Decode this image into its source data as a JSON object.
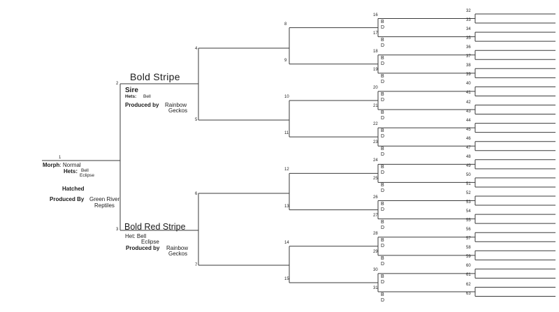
{
  "subject": {
    "number": "1",
    "morph_label": "Morph",
    "morph_value": ": Normal",
    "hets_label": "Hets:",
    "hets_line1": "Bell",
    "hets_line2": "Eclipse",
    "hatched_label": "Hatched",
    "produced_label": "Produced By",
    "produced_line1": "Green River",
    "produced_line2": "Reptiles"
  },
  "sire": {
    "number": "2",
    "name": "Bold Stripe",
    "role": "Sire",
    "hets_label": "Hets:",
    "hets_value": "Bell",
    "produced_label": "Produced by",
    "produced_line1": "Rainbow",
    "produced_line2": "Geckos"
  },
  "dam": {
    "number": "3",
    "name": "Bold Red Stripe",
    "het_line1": "Het: Bell",
    "het_line2": "Eclipse",
    "produced_label": "Produced by",
    "produced_line1": "Rainbow",
    "produced_line2": "Geckos"
  },
  "gen3": [
    "4",
    "5",
    "6",
    "7"
  ],
  "gen4": [
    "8",
    "9",
    "10",
    "11",
    "12",
    "13",
    "14",
    "15"
  ],
  "gen5": [
    "16",
    "17",
    "18",
    "19",
    "20",
    "21",
    "22",
    "23",
    "24",
    "25",
    "26",
    "27",
    "28",
    "29",
    "30",
    "31"
  ],
  "gen6": [
    "32",
    "33",
    "34",
    "35",
    "36",
    "37",
    "38",
    "39",
    "40",
    "41",
    "42",
    "43",
    "44",
    "45",
    "46",
    "47",
    "48",
    "49",
    "50",
    "51",
    "52",
    "53",
    "54",
    "55",
    "56",
    "57",
    "58",
    "59",
    "60",
    "61",
    "62",
    "63"
  ],
  "bd_labels": {
    "b": "B",
    "d": "D"
  },
  "colors": {
    "line": "#3a3a3a",
    "text": "#1a1a1a",
    "background": "#ffffff"
  }
}
